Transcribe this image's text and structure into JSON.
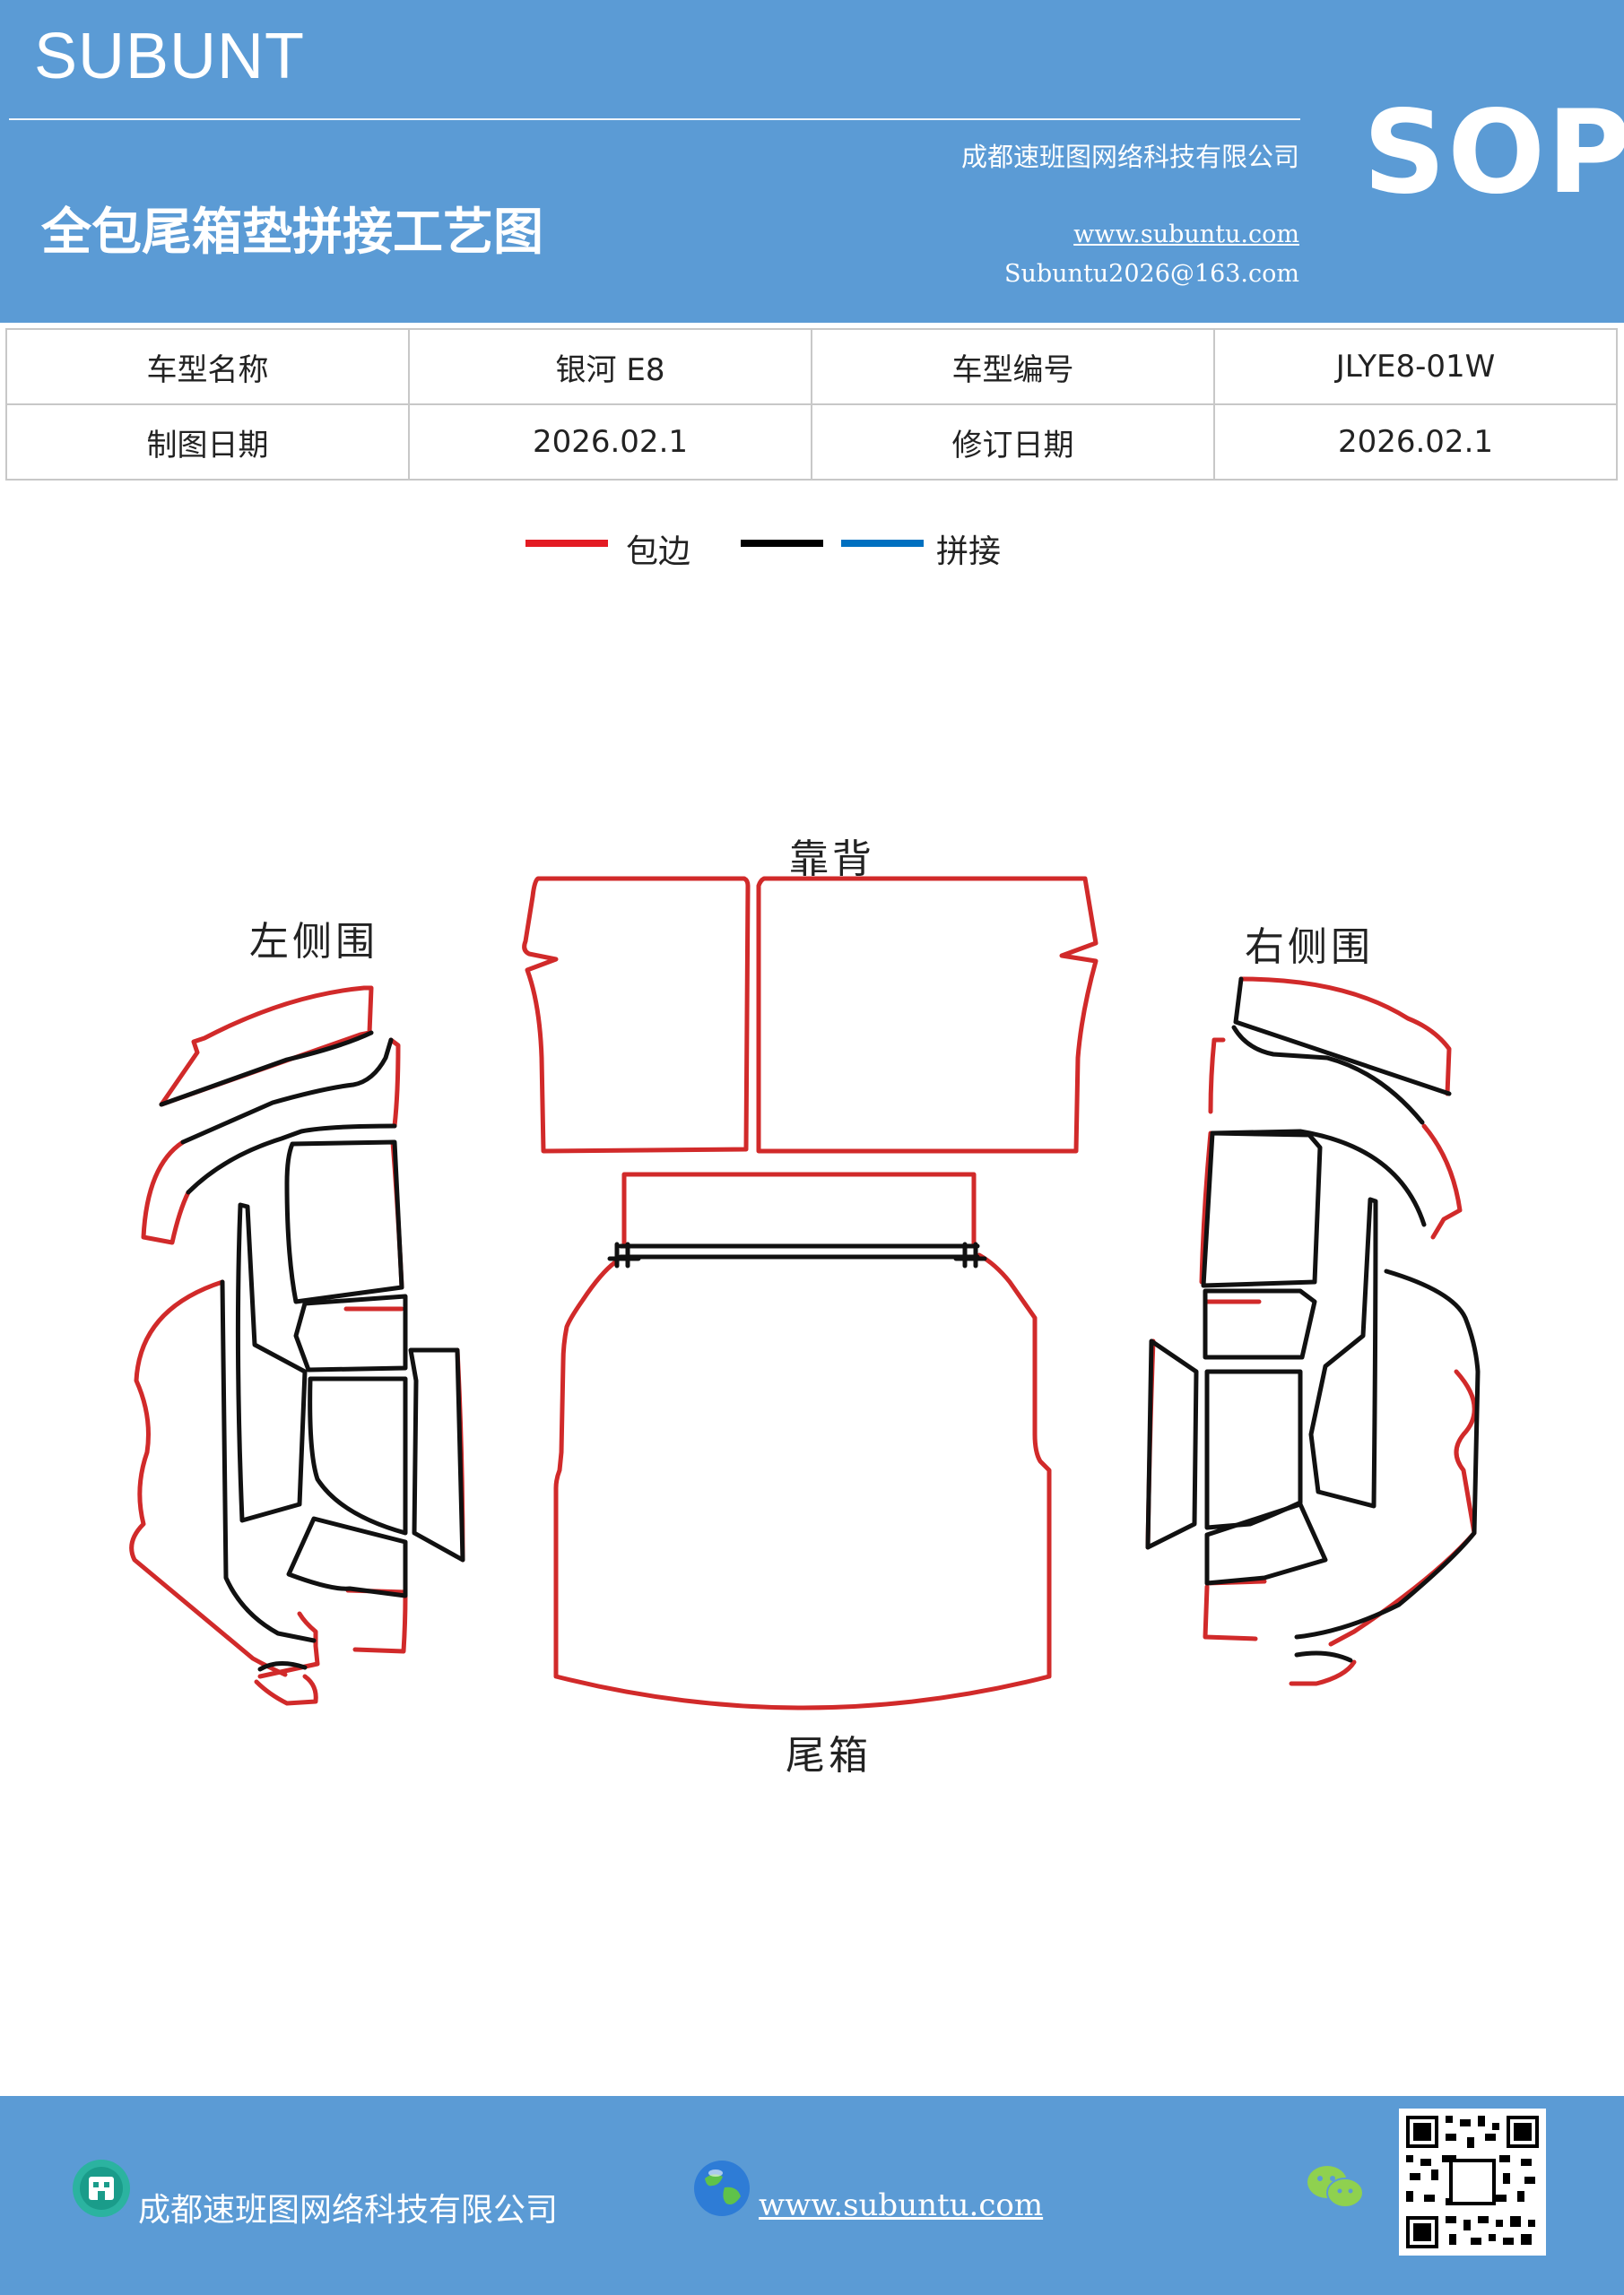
{
  "header": {
    "brand": "SUBUNT",
    "company": "成都速班图网络科技有限公司",
    "title": "全包尾箱垫拼接工艺图",
    "website": "www.subuntu.com",
    "email": "Subuntu2026@163.com",
    "badge": "SOP"
  },
  "info_table": {
    "model_name_label": "车型名称",
    "model_name_value": "银河 E8",
    "model_code_label": "车型编号",
    "model_code_value": "JLYE8-01W",
    "draw_date_label": "制图日期",
    "draw_date_value": "2026.02.1",
    "revise_date_label": "修订日期",
    "revise_date_value": "2026.02.1"
  },
  "legend": {
    "edge_label": "包边",
    "splice_label": "拼接",
    "colors": {
      "edge": "#e31b23",
      "black": "#000000",
      "blue": "#0070c0"
    }
  },
  "diagram": {
    "label_back": "靠背",
    "label_left": "左侧围",
    "label_right": "右侧围",
    "label_trunk": "尾箱",
    "colors": {
      "edge": "#d12a2a",
      "seam": "#111111"
    }
  },
  "footer": {
    "company": "成都速班图网络科技有限公司",
    "website": "www.subuntu.com"
  }
}
